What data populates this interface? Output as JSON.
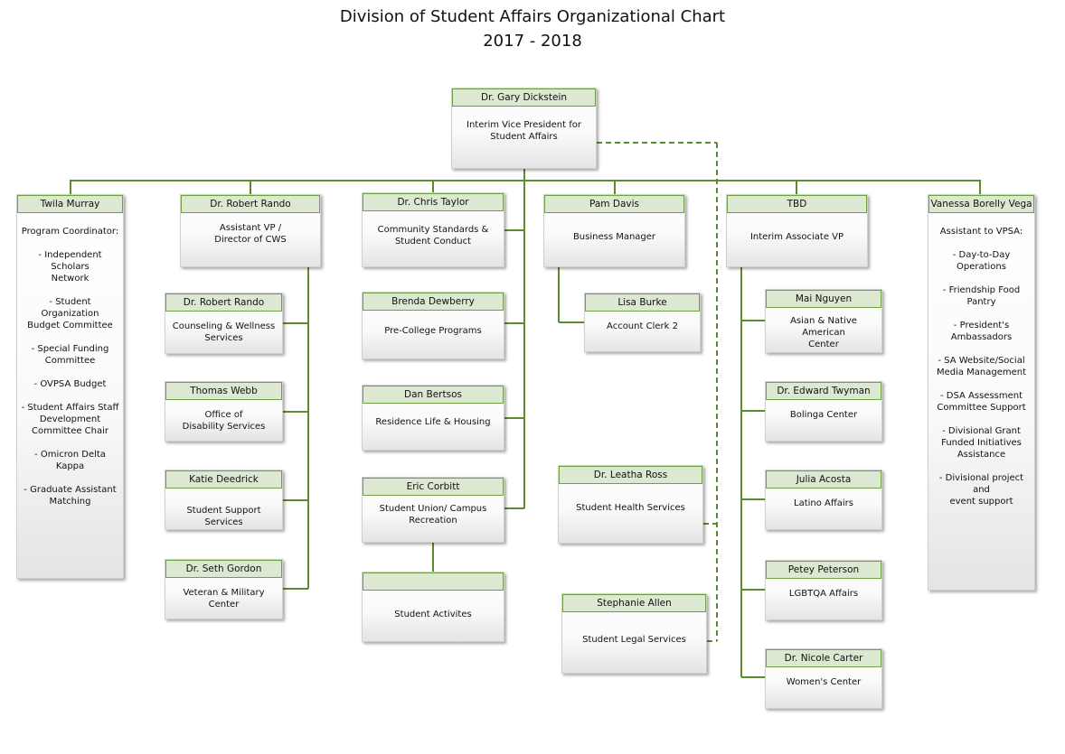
{
  "title": "Division of Student Affairs Organizational Chart",
  "subtitle": "2017 - 2018",
  "colors": {
    "line": "#5b8c2e",
    "header_fill": "#dce8d2",
    "header_border": "#6fa043"
  },
  "boxes": [
    {
      "id": "vp",
      "name": "Dr. Gary Dickstein",
      "role": "Interim Vice President for\nStudent Affairs"
    },
    {
      "id": "twila",
      "name": "Twila Murray",
      "role": "Program Coordinator:\n\n- Independent Scholars\nNetwork\n\n- Student Organization\nBudget Committee\n\n- Special Funding\nCommittee\n\n- OVPSA Budget\n\n- Student Affairs Staff\nDevelopment\nCommittee Chair\n\n- Omicron Delta Kappa\n\n- Graduate Assistant\nMatching"
    },
    {
      "id": "rando_avp",
      "name": "Dr. Robert Rando",
      "role": "Assistant VP /\nDirector of CWS"
    },
    {
      "id": "taylor",
      "name": "Dr. Chris Taylor",
      "role": "Community Standards &\nStudent Conduct"
    },
    {
      "id": "davis",
      "name": "Pam Davis",
      "role": "Business Manager"
    },
    {
      "id": "tbd",
      "name": "TBD",
      "role": "Interim Associate VP"
    },
    {
      "id": "vanessa",
      "name": "Vanessa Borelly Vega",
      "role": "Assistant to VPSA:\n\n- Day-to-Day\nOperations\n\n- Friendship Food\nPantry\n\n- President's\nAmbassadors\n\n- SA Website/Social\nMedia Management\n\n- DSA Assessment\nCommittee Support\n\n- Divisional Grant\nFunded Initiatives\nAssistance\n\n- Divisional project and\nevent support"
    },
    {
      "id": "rando_cws",
      "name": "Dr. Robert Rando",
      "role": "Counseling & Wellness\nServices"
    },
    {
      "id": "webb",
      "name": "Thomas Webb",
      "role": "Office of\nDisability Services"
    },
    {
      "id": "deedrick",
      "name": "Katie Deedrick",
      "role": "Student Support Services"
    },
    {
      "id": "gordon",
      "name": "Dr. Seth Gordon",
      "role": "Veteran & Military\nCenter"
    },
    {
      "id": "dewberry",
      "name": "Brenda Dewberry",
      "role": "Pre-College Programs"
    },
    {
      "id": "bertsos",
      "name": "Dan Bertsos",
      "role": "Residence Life & Housing"
    },
    {
      "id": "corbitt",
      "name": "Eric Corbitt",
      "role": "Student Union/ Campus\nRecreation"
    },
    {
      "id": "activities",
      "name": "",
      "role": "Student Activites"
    },
    {
      "id": "burke",
      "name": "Lisa Burke",
      "role": "Account Clerk 2"
    },
    {
      "id": "ross",
      "name": "Dr. Leatha Ross",
      "role": "Student Health Services"
    },
    {
      "id": "allen",
      "name": "Stephanie Allen",
      "role": "Student Legal Services"
    },
    {
      "id": "nguyen",
      "name": "Mai Nguyen",
      "role": "Asian & Native American\nCenter"
    },
    {
      "id": "twyman",
      "name": "Dr. Edward Twyman",
      "role": "Bolinga Center"
    },
    {
      "id": "acosta",
      "name": "Julia Acosta",
      "role": "Latino Affairs"
    },
    {
      "id": "peterson",
      "name": "Petey Peterson",
      "role": "LGBTQA Affairs"
    },
    {
      "id": "carter",
      "name": "Dr. Nicole Carter",
      "role": "Women's Center"
    }
  ]
}
